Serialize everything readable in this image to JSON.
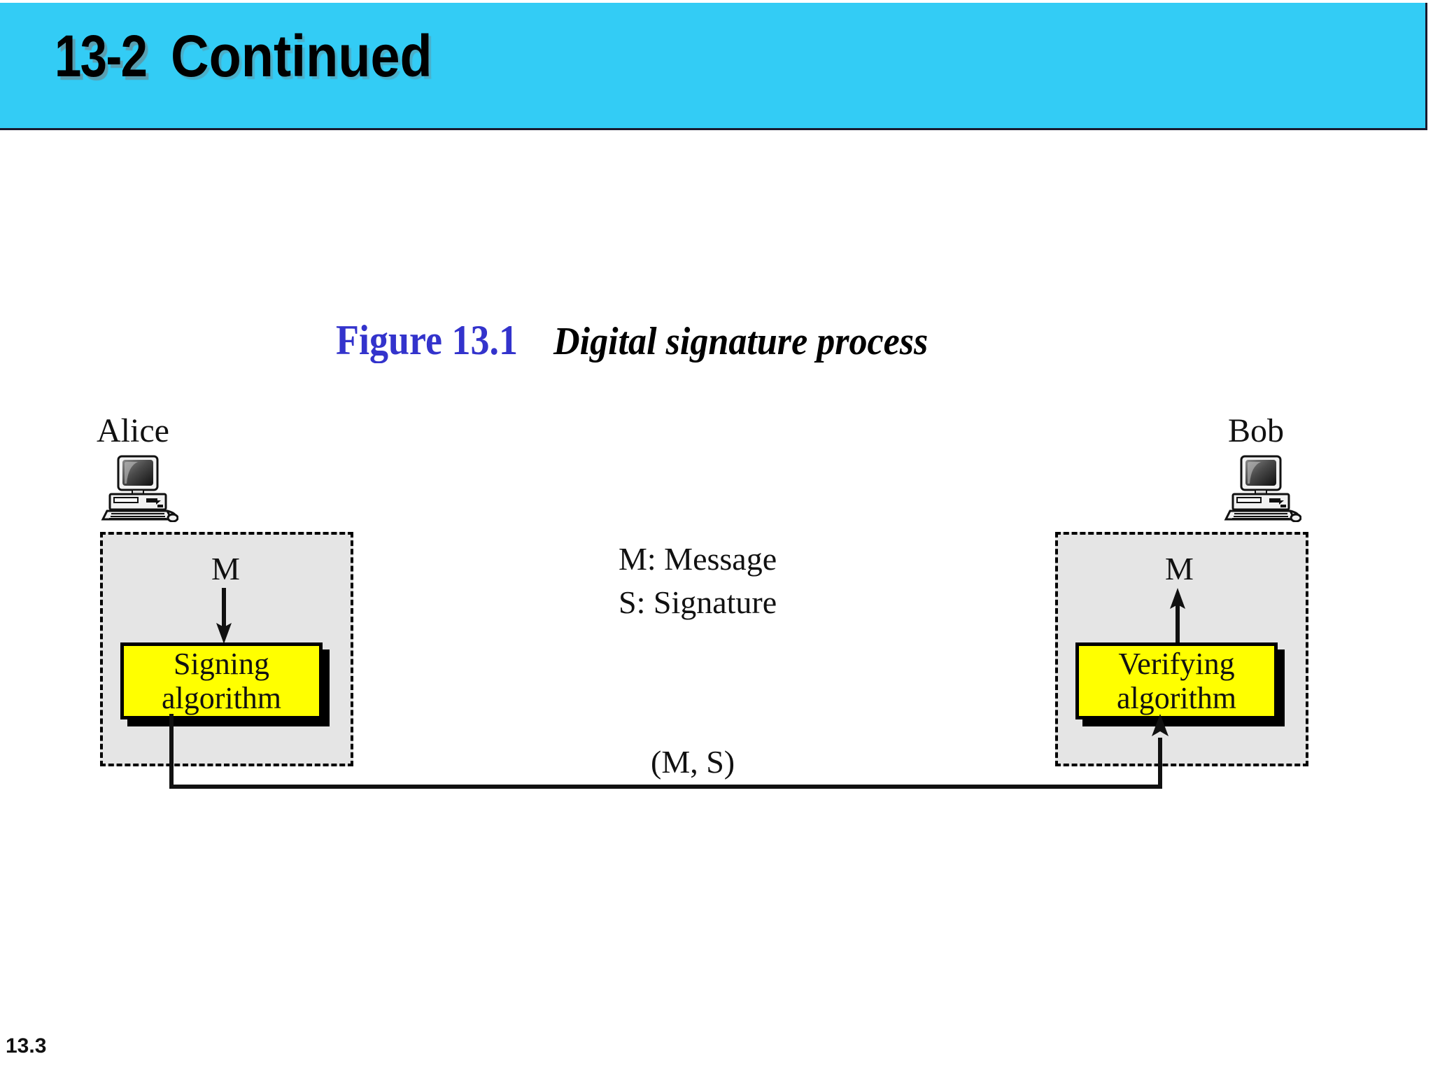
{
  "slide": {
    "header": {
      "number": "13-2",
      "label": "Continued",
      "background_color": "#33CCF5"
    },
    "figure": {
      "caption_label": "Figure 13.1",
      "caption_label_color": "#3333CC",
      "caption_text": "Digital signature process"
    },
    "page_number": "13.3"
  },
  "diagram": {
    "parties": [
      {
        "name": "Alice",
        "icon": "desktop-computer-icon",
        "input_label": "M",
        "arrow_direction": "down",
        "algorithm_box": {
          "line1": "Signing",
          "line2": "algorithm",
          "fill_color": "#FFFF00",
          "border_color": "#000000"
        },
        "zone_fill": "#e5e5e5"
      },
      {
        "name": "Bob",
        "icon": "desktop-computer-icon",
        "input_label": "M",
        "arrow_direction": "up",
        "algorithm_box": {
          "line1": "Verifying",
          "line2": "algorithm",
          "fill_color": "#FFFF00",
          "border_color": "#000000"
        },
        "zone_fill": "#e5e5e5"
      }
    ],
    "legend": [
      "M: Message",
      "S: Signature"
    ],
    "transmission_label": "(M, S)"
  }
}
